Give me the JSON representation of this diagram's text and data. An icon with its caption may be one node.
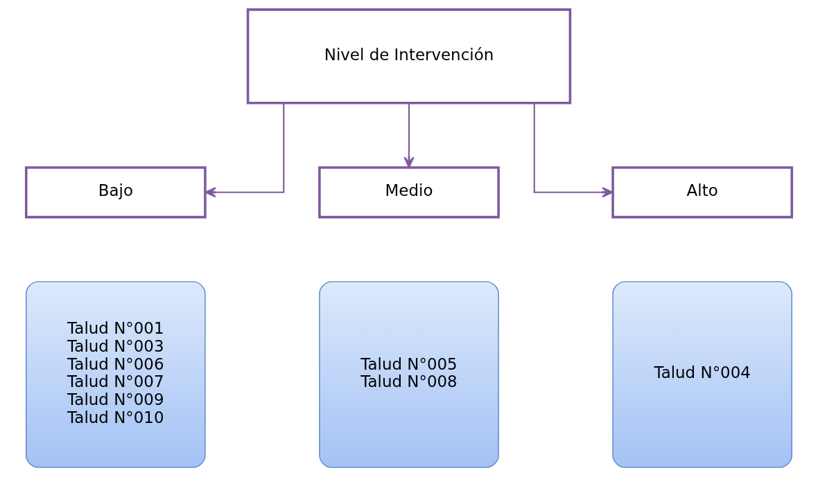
{
  "diagram": {
    "nodes": [
      {
        "text": [
          "Nivel de Intervención"
        ]
      },
      {
        "text": [
          "Bajo"
        ]
      },
      {
        "text": [
          "Medio"
        ]
      },
      {
        "text": [
          "Alto"
        ]
      },
      {
        "text": [
          "Talud N°001",
          "Talud N°003",
          "Talud N°006",
          "Talud N°007",
          "Talud N°009",
          "Talud N°010"
        ]
      },
      {
        "text": [
          "Talud N°005",
          "Talud N°008"
        ]
      },
      {
        "text": [
          "Talud N°004"
        ]
      }
    ],
    "edges": [
      {
        "from": 0,
        "to": 1,
        "arrow": "to"
      },
      {
        "from": 0,
        "to": 2,
        "arrow": "to"
      },
      {
        "from": 0,
        "to": 3,
        "arrow": "to"
      }
    ]
  }
}
